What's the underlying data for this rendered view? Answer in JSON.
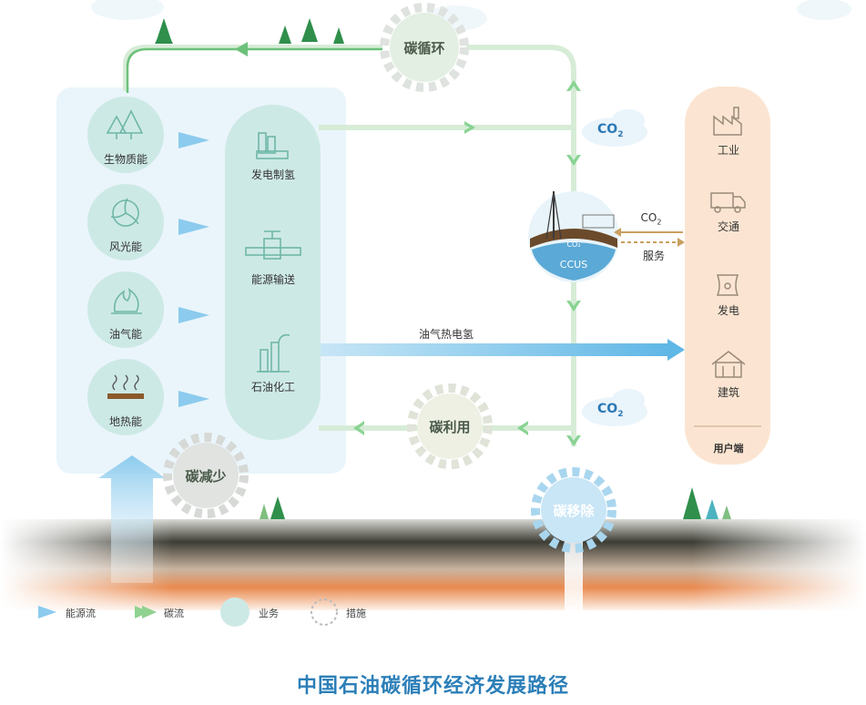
{
  "sources": [
    {
      "label": "生物质能",
      "icon": "trees-icon"
    },
    {
      "label": "风光能",
      "icon": "wind-turbine-icon"
    },
    {
      "label": "油气能",
      "icon": "flame-icon"
    },
    {
      "label": "地热能",
      "icon": "geothermal-icon"
    }
  ],
  "operations": [
    {
      "label": "发电制氢",
      "icon": "power-plant-icon"
    },
    {
      "label": "能源输送",
      "icon": "pipeline-valve-icon"
    },
    {
      "label": "石油化工",
      "icon": "refinery-icon"
    }
  ],
  "users": {
    "items": [
      {
        "label": "工业",
        "icon": "factory-icon"
      },
      {
        "label": "交通",
        "icon": "truck-icon"
      },
      {
        "label": "发电",
        "icon": "power-station-icon"
      },
      {
        "label": "建筑",
        "icon": "house-icon"
      }
    ],
    "footer": "用户端"
  },
  "measures": {
    "cycle": "碳循环",
    "reduce": "碳减少",
    "utilize": "碳利用",
    "remove": "碳移除"
  },
  "ccus": {
    "label": "CCUS",
    "co2_label": "CO",
    "service_label": "服务",
    "inner_label": "CO₂"
  },
  "flow_label": "油气热电氢",
  "co2_cloud": {
    "text": "CO",
    "sub": "2"
  },
  "legend": {
    "energy_flow": "能源流",
    "carbon_flow": "碳流",
    "business": "业务",
    "measure": "措施"
  },
  "caption": "中国石油碳循环经济发展路径",
  "colors": {
    "energy_blue": "#7cc3ea",
    "carbon_green": "#8fd18f",
    "business_teal": "#cde9e6",
    "user_orange": "#fbe3cf",
    "gear_gray": "#d6d9d6",
    "caption_blue": "#2c7fb8"
  }
}
